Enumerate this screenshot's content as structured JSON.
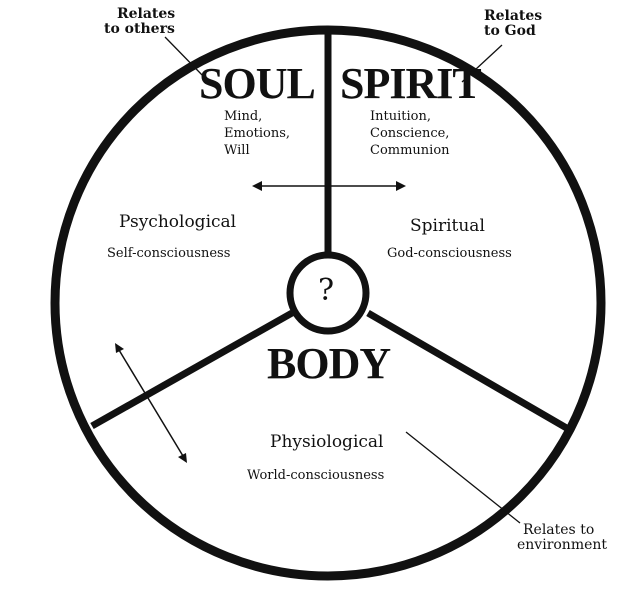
{
  "colors": {
    "ink": "#111111",
    "background": "#ffffff"
  },
  "callouts": {
    "soul_relation": [
      "Relates",
      "to others"
    ],
    "spirit_relation": [
      "Relates",
      "to God"
    ],
    "body_relation": [
      "Relates to",
      "environment"
    ]
  },
  "soul": {
    "title": "SOUL",
    "faculties": [
      "Mind,",
      "Emotions,",
      "Will"
    ],
    "category": "Psychological",
    "consciousness": "Self-consciousness"
  },
  "spirit": {
    "title": "SPIRIT",
    "faculties": [
      "Intuition,",
      "Conscience,",
      "Communion"
    ],
    "category": "Spiritual",
    "consciousness": "God-consciousness"
  },
  "body": {
    "title": "BODY",
    "category": "Physiological",
    "consciousness": "World-consciousness"
  },
  "center": {
    "label": "?"
  },
  "arrows": [
    "soul-spirit-double-arrow",
    "soul-body-double-arrow"
  ]
}
